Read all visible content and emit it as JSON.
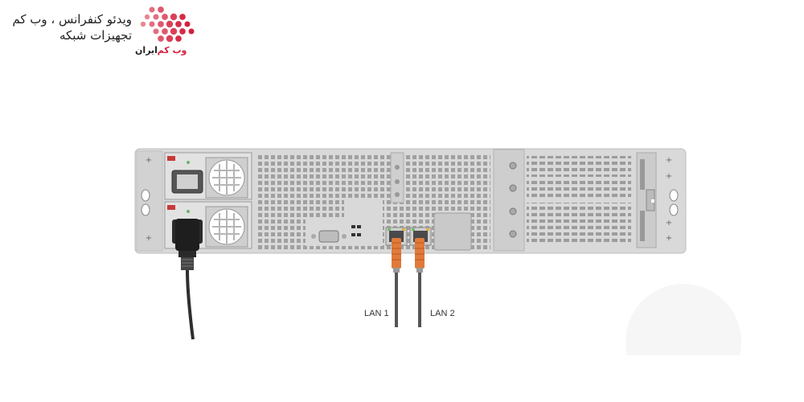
{
  "brand": {
    "line1": "ویدئو کنفرانس ، وب کم",
    "line2": "تجهیزات شبکه",
    "logo_text_dark": "ایران",
    "logo_text_red": "وب کم",
    "accent": "#d4203c"
  },
  "diagram": {
    "chassis_color": "#d9d9d9",
    "cable_color": "#555555",
    "connector_color": "#e07a3a",
    "lan_ports": [
      {
        "label": "LAN 1"
      },
      {
        "label": "LAN 2"
      }
    ]
  }
}
